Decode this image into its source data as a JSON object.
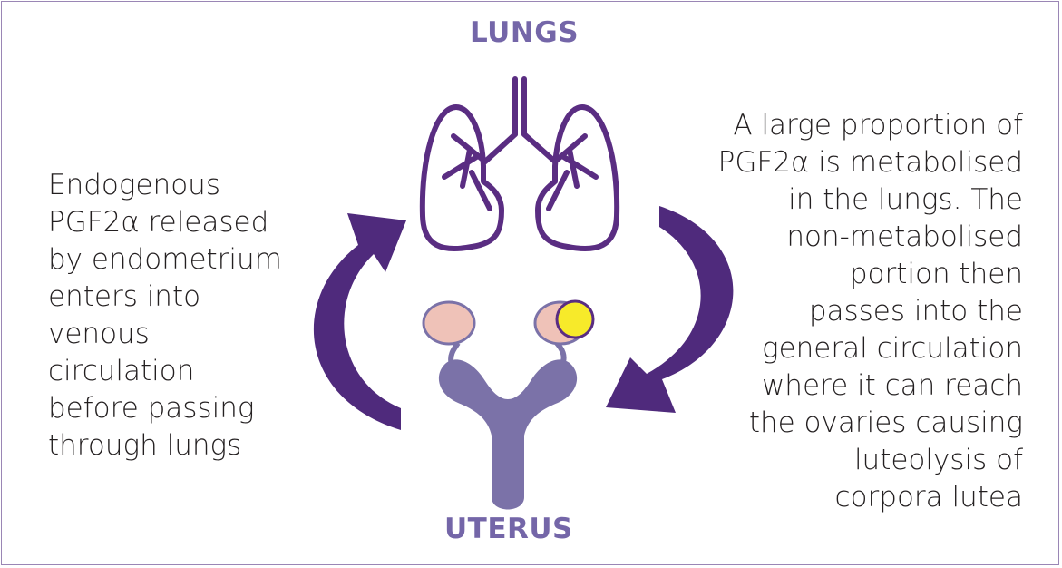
{
  "titles": {
    "lungs": "LUNGS",
    "uterus": "UTERUS"
  },
  "left_text": [
    "Endogenous",
    "PGF2α released",
    "by endometrium",
    "enters into",
    "venous",
    "circulation",
    "before passing",
    "through lungs"
  ],
  "right_text": [
    "A large proportion of",
    "PGF2α is metabolised",
    "in the lungs. The",
    "non-metabolised",
    "portion then",
    "passes into the",
    "general circulation",
    "where it can reach",
    "the ovaries causing",
    "luteolysis of",
    "corpora lutea"
  ],
  "icons": [
    "lungs-icon",
    "uterus-icon",
    "ovary-icon",
    "corpus-luteum-icon",
    "curved-arrow-up-icon",
    "curved-arrow-down-icon"
  ],
  "colors": {
    "heading": "#7466a8",
    "lungs_outline": "#5a2d82",
    "arrow": "#4f2a7c",
    "uterus": "#7b72a8",
    "ovary": "#efc2b8",
    "corpus_luteum": "#f7ea2a",
    "text": "#231f20",
    "frame": "#9a86b5"
  }
}
